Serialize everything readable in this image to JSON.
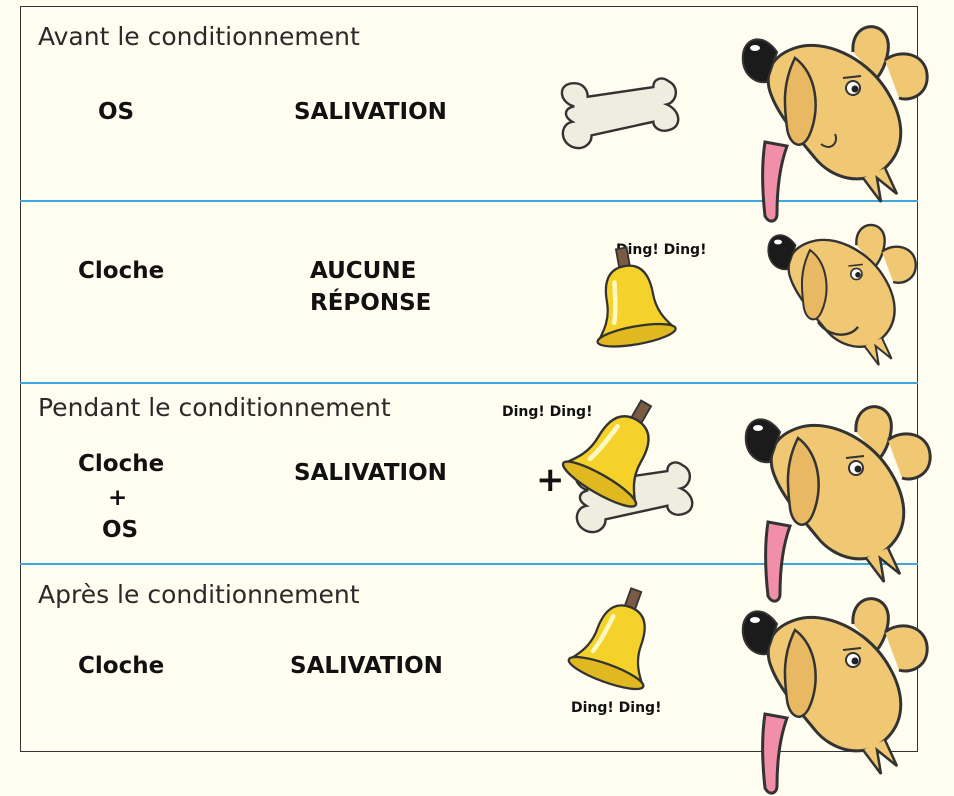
{
  "sections": [
    {
      "label": "Avant le conditionnement",
      "stimulus": "OS",
      "response": "SALIVATION"
    },
    {
      "label": "",
      "stimulus": "Cloche",
      "response_line1": "AUCUNE",
      "response_line2": "RÉPONSE",
      "ding": "Ding! Ding!"
    },
    {
      "label": "Pendant le conditionnement",
      "stimulus_line1": "Cloche",
      "stimulus_plus": "+",
      "stimulus_line2": "OS",
      "response": "SALIVATION",
      "ding": "Ding! Ding!",
      "plus": "+"
    },
    {
      "label": "Après le conditionnement",
      "stimulus": "Cloche",
      "response": "SALIVATION",
      "ding": "Ding! Ding!"
    }
  ],
  "colors": {
    "background": "#fefdf0",
    "divider": "#3fa7de",
    "dog": "#f0c874",
    "bell": "#f4d22a",
    "bone": "#efece0",
    "tongue": "#f18fa8"
  }
}
